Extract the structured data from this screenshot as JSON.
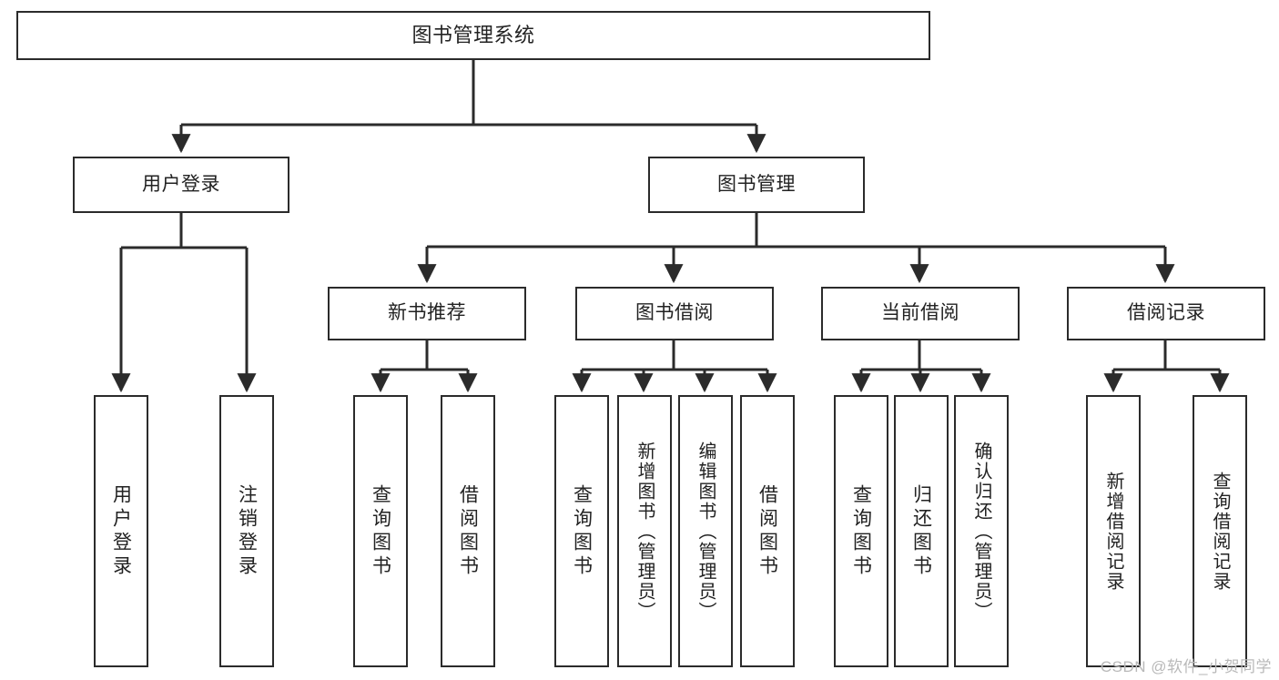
{
  "diagram": {
    "title": "图书管理系统",
    "type": "hierarchy-tree",
    "colors": {
      "box_border": "#2b2b2b",
      "box_fill": "#ffffff",
      "edge": "#2b2b2b",
      "text": "#222222",
      "watermark": "#b9b9b9"
    },
    "root": {
      "label": "图书管理系统"
    },
    "level2": [
      {
        "id": "user-login",
        "label": "用户登录"
      },
      {
        "id": "book-manage",
        "label": "图书管理"
      }
    ],
    "level3": [
      {
        "id": "new-book-recommend",
        "label": "新书推荐"
      },
      {
        "id": "book-borrow",
        "label": "图书借阅"
      },
      {
        "id": "current-borrow",
        "label": "当前借阅"
      },
      {
        "id": "borrow-record",
        "label": "借阅记录"
      }
    ],
    "leaves": {
      "user_login": [
        {
          "id": "leaf-user-login",
          "label": "用户登录"
        },
        {
          "id": "leaf-logout",
          "label": "注销登录"
        }
      ],
      "new_book_recommend": [
        {
          "id": "leaf-query-book-1",
          "label": "查询图书"
        },
        {
          "id": "leaf-borrow-book-1",
          "label": "借阅图书"
        }
      ],
      "book_borrow": [
        {
          "id": "leaf-query-book-2",
          "label": "查询图书"
        },
        {
          "id": "leaf-add-book",
          "label": "新增图书（管理员）"
        },
        {
          "id": "leaf-edit-book",
          "label": "编辑图书（管理员）"
        },
        {
          "id": "leaf-borrow-book-2",
          "label": "借阅图书"
        }
      ],
      "current_borrow": [
        {
          "id": "leaf-query-book-3",
          "label": "查询图书"
        },
        {
          "id": "leaf-return-book",
          "label": "归还图书"
        },
        {
          "id": "leaf-confirm-return",
          "label": "确认归还（管理员）"
        }
      ],
      "borrow_record": [
        {
          "id": "leaf-add-record",
          "label": "新增借阅记录"
        },
        {
          "id": "leaf-query-record",
          "label": "查询借阅记录"
        }
      ]
    }
  },
  "watermark": {
    "text": "CSDN @软件_小贺同学"
  }
}
